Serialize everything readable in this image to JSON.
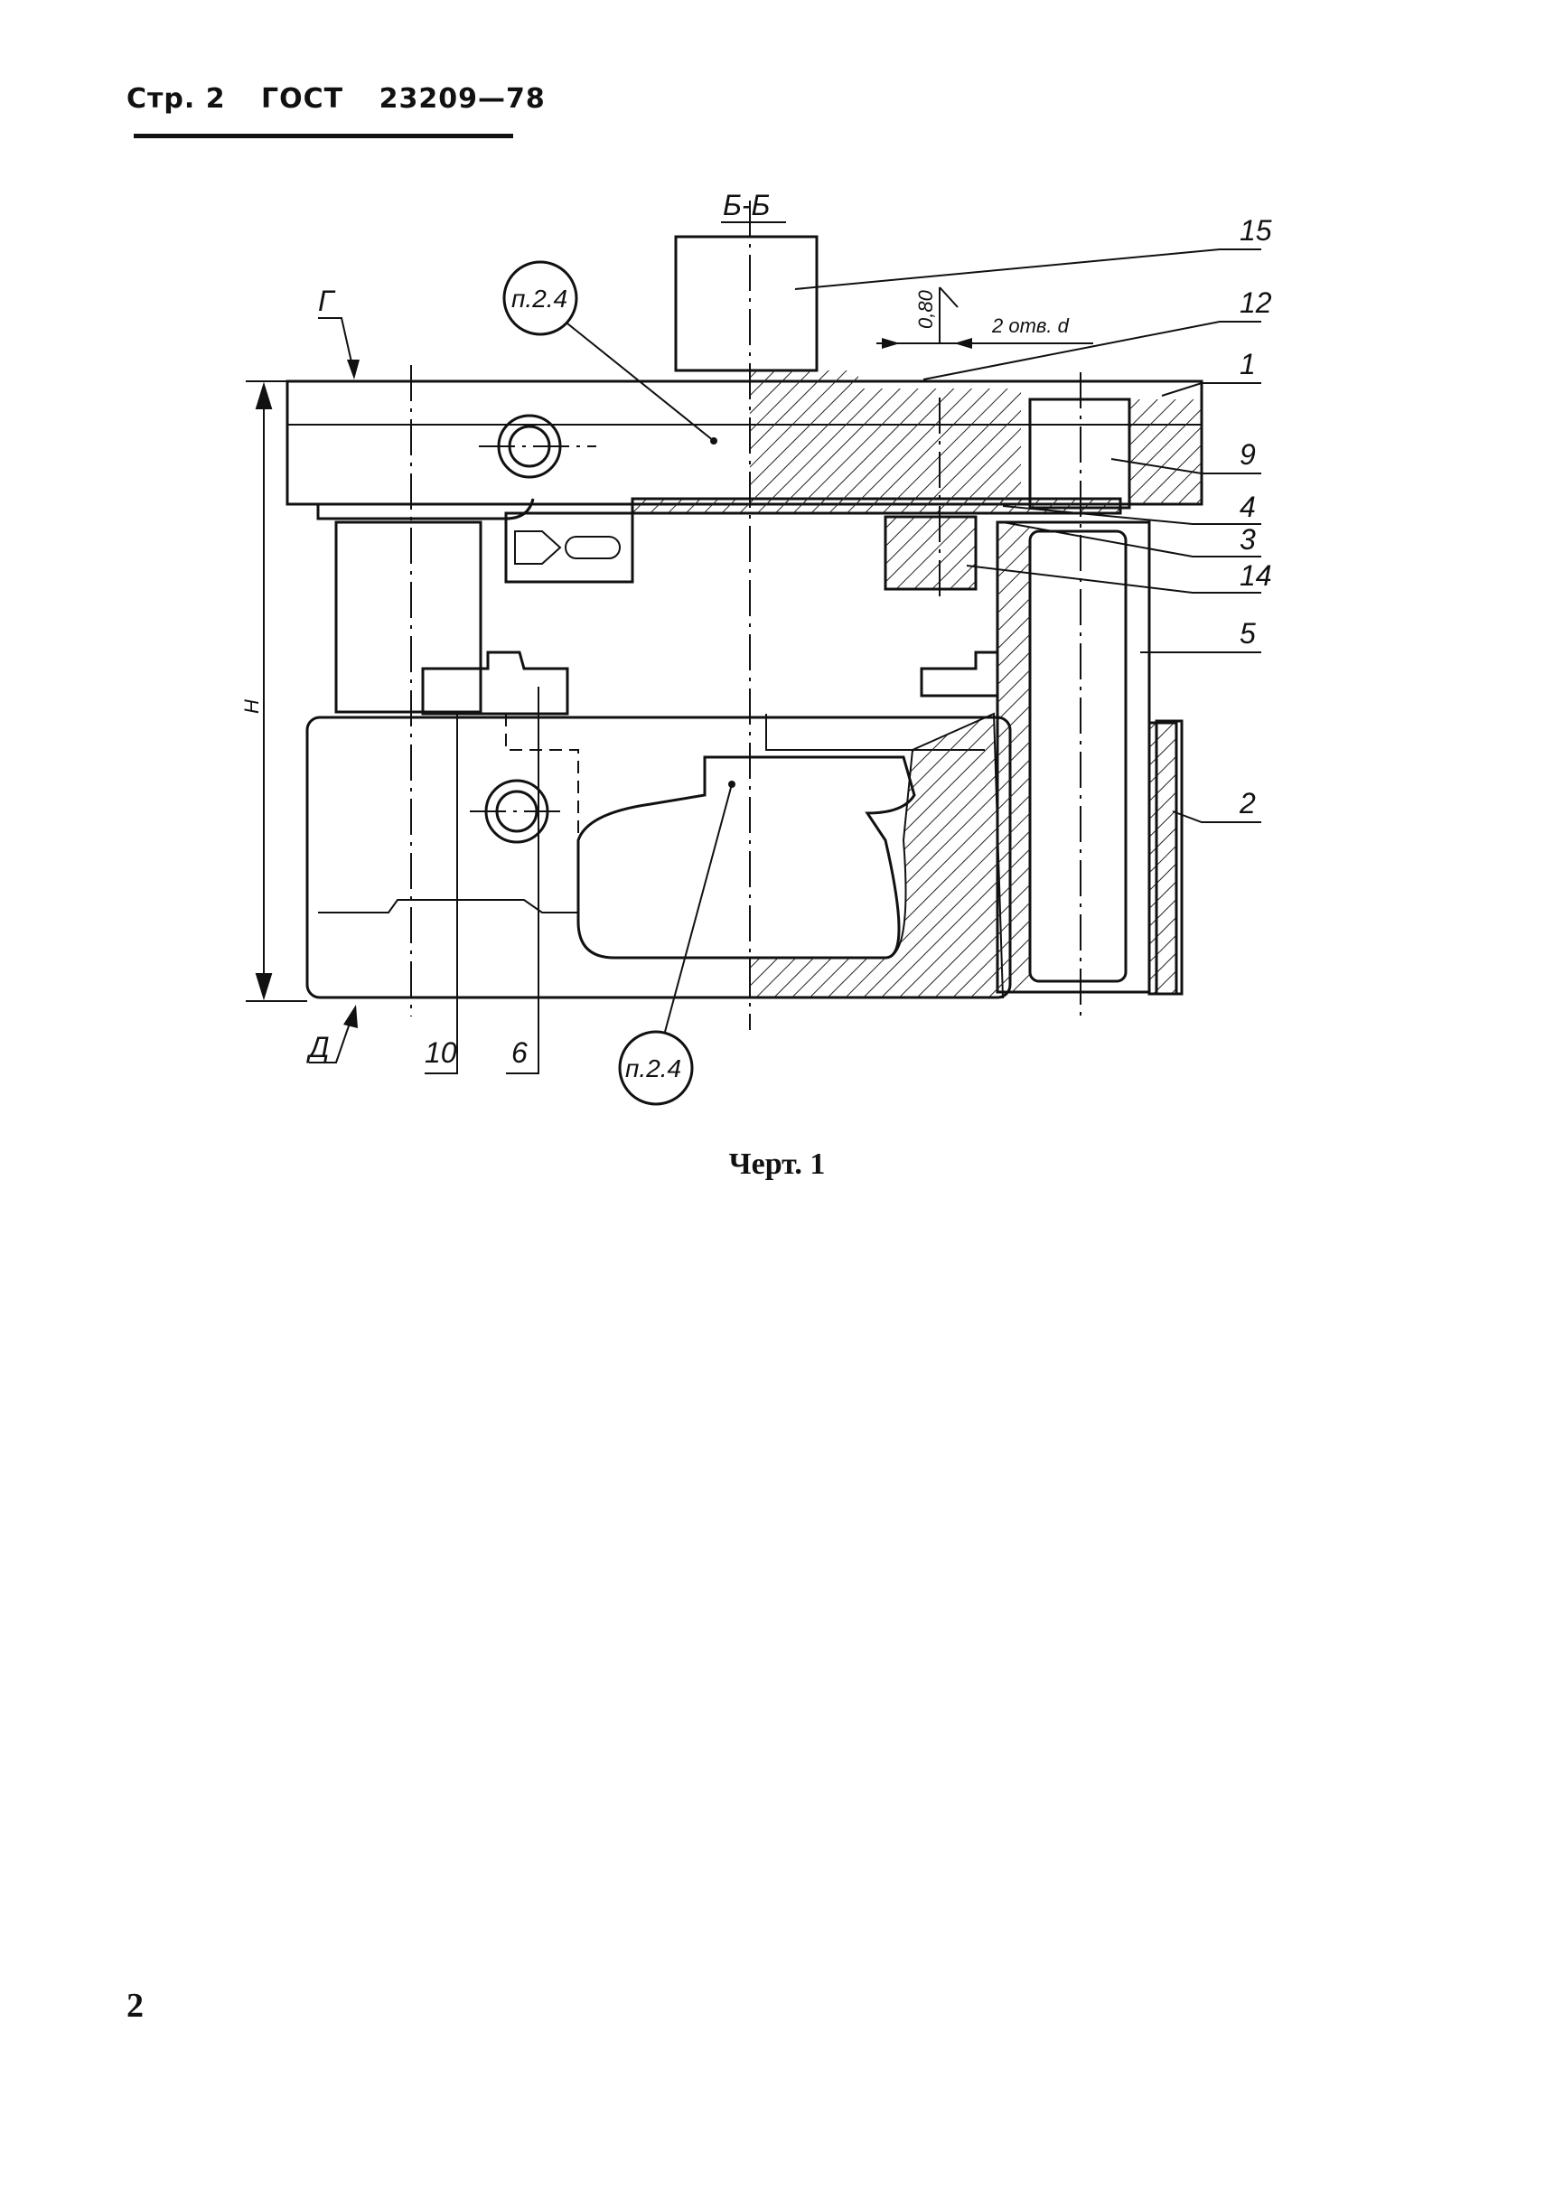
{
  "header": {
    "page_label": "Стр. 2",
    "standard": "ГОСТ",
    "number": "23209—78"
  },
  "drawing": {
    "section_label": "Б-Б",
    "callouts": [
      "п.2.4",
      "п.2.4"
    ],
    "view_marks": {
      "top_left": "Г",
      "bottom_left": "Д"
    },
    "dimension_label": "H",
    "roughness": "0,80",
    "fit_note": "2 отв. d",
    "parts": {
      "p15": "15",
      "p12": "12",
      "p1": "1",
      "p9": "9",
      "p4": "4",
      "p3": "3",
      "p14": "14",
      "p5": "5",
      "p2": "2",
      "p10": "10",
      "p6": "6"
    }
  },
  "caption": "Черт. 1",
  "page_number": "2"
}
